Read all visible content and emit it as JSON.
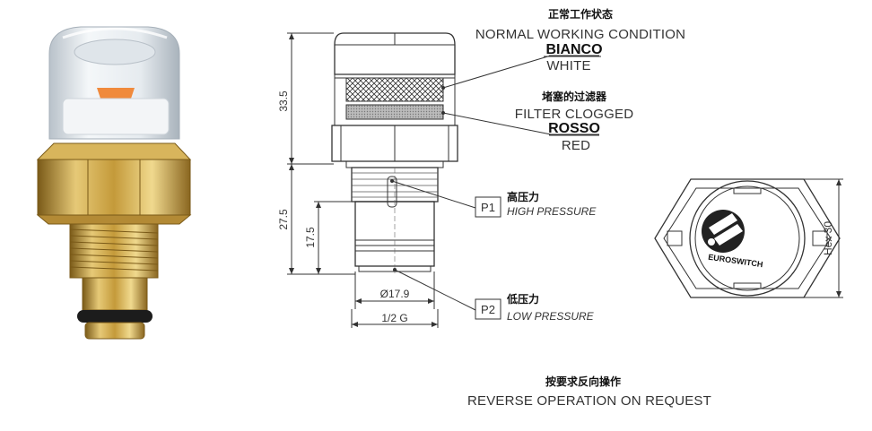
{
  "callouts": {
    "normal": {
      "cn": "正常工作状态",
      "en": "NORMAL WORKING CONDITION",
      "it": "BIANCO",
      "color": "WHITE"
    },
    "clogged": {
      "cn": "堵塞的过滤器",
      "en": "FILTER CLOGGED",
      "it": "ROSSO",
      "color": "RED"
    },
    "p1": {
      "id": "P1",
      "cn": "高压力",
      "en": "HIGH PRESSURE"
    },
    "p2": {
      "id": "P2",
      "cn": "低压力",
      "en": "LOW PRESSURE"
    },
    "reverse": {
      "cn": "按要求反向操作",
      "en": "REVERSE OPERATION ON REQUEST"
    }
  },
  "dimensions": {
    "top_height": "33.5",
    "total_height": "27.5",
    "stem_height": "17.5",
    "diameter": "Ø17.9",
    "thread": "1/2 G",
    "hex": "Hex 30"
  },
  "logo_text": "EUROSWITCH",
  "colors": {
    "brass": "#c9a64a",
    "brass_dark": "#8f6d1e",
    "cap": "#e3e8ec",
    "indicator": "#f08a3c",
    "line": "#333333"
  }
}
